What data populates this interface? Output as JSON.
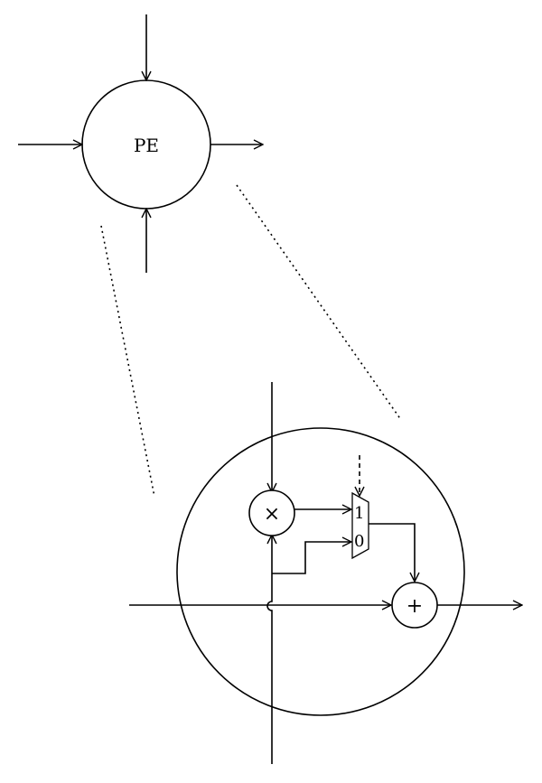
{
  "pe_label": "PE",
  "multiply_symbol": "×",
  "add_symbol": "+",
  "mux_input_1": "1",
  "mux_input_0": "0",
  "colors": {
    "stroke": "#000000",
    "background": "#ffffff"
  }
}
